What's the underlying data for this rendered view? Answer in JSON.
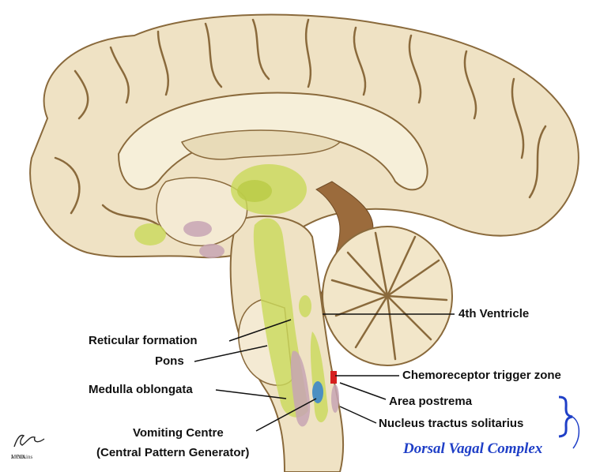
{
  "labels": {
    "fourth_ventricle": "4th Ventricle",
    "reticular_formation": "Reticular formation",
    "pons": "Pons",
    "medulla_oblongata": "Medulla oblongata",
    "chemoreceptor_trigger_zone": "Chemoreceptor trigger zone",
    "area_postrema": "Area postrema",
    "nucleus_tractus_solitarius": "Nucleus tractus solitarius",
    "vomiting_centre": "Vomiting Centre",
    "central_pattern_generator": "(Central Pattern Generator)",
    "dorsal_vagal_complex": "Dorsal Vagal Complex"
  },
  "signature": {
    "artist": "F. Netter",
    "credit_line1": "MOD.",
    "credit_line2": "J. Perkins"
  },
  "colors": {
    "brain_tissue": "#efe2c4",
    "sulci": "#8a6a3c",
    "highlight_green": "#c9d95a",
    "highlight_mauve": "#c7a4b4",
    "highlight_blue": "#4b8fc2",
    "trigger_zone_red": "#d61f1f",
    "dvc_blue": "#1f3fc7"
  }
}
